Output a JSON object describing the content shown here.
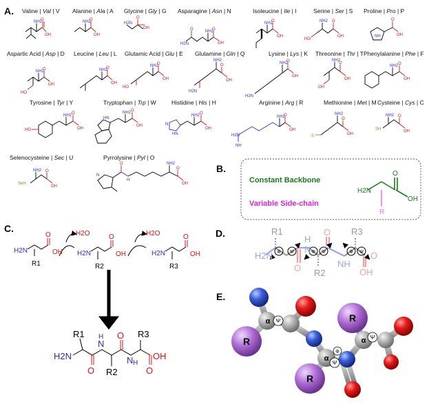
{
  "panels": {
    "a": "A.",
    "b": "B.",
    "c": "C.",
    "d": "D.",
    "e": "E."
  },
  "amino_acids": [
    {
      "name": "Valine",
      "three": "Val",
      "one": "V"
    },
    {
      "name": "Alanine",
      "three": "Ala",
      "one": "A"
    },
    {
      "name": "Glycine",
      "three": "Gly",
      "one": "G"
    },
    {
      "name": "Asparagine",
      "three": "Asn",
      "one": "N"
    },
    {
      "name": "Isoleucine",
      "three": "Ile",
      "one": "I"
    },
    {
      "name": "Serine",
      "three": "Ser",
      "one": "S"
    },
    {
      "name": "Proline",
      "three": "Pro",
      "one": "P"
    },
    {
      "name": "Aspartic Acid",
      "three": "Asp",
      "one": "D"
    },
    {
      "name": "Leucine",
      "three": "Leu",
      "one": "L"
    },
    {
      "name": "Glutamic Acid",
      "three": "Glu",
      "one": "E"
    },
    {
      "name": "Glutamine",
      "three": "Gln",
      "one": "Q"
    },
    {
      "name": "Lysine",
      "three": "Lys",
      "one": "K"
    },
    {
      "name": "Threonine",
      "three": "Thr",
      "one": "T"
    },
    {
      "name": "Phenylalanine",
      "three": "Phe",
      "one": "F"
    },
    {
      "name": "Tyrosine",
      "three": "Tyr",
      "one": "Y"
    },
    {
      "name": "Tryptophan",
      "three": "Trp",
      "one": "W"
    },
    {
      "name": "Histidine",
      "three": "His",
      "one": "H"
    },
    {
      "name": "Arginine",
      "three": "Arg",
      "one": "R"
    },
    {
      "name": "Methionine",
      "three": "Met",
      "one": "M"
    },
    {
      "name": "Cysteine",
      "three": "Cys",
      "one": "C"
    },
    {
      "name": "Selenocysteine",
      "three": "Sec",
      "one": "U"
    },
    {
      "name": "Pyrrolysine",
      "three": "Pyl",
      "one": "O"
    }
  ],
  "atoms": {
    "nh2": "NH2",
    "h2n": "H2N",
    "oh": "OH",
    "ho": "HO",
    "o": "O",
    "n": "N",
    "nh": "NH",
    "hn": "HN",
    "h": "H",
    "s": "S",
    "sh": "SH",
    "seh": "SeH",
    "water": "H2O",
    "r": "R",
    "r1": "R1",
    "r2": "R2",
    "r3": "R3"
  },
  "panel_b": {
    "backbone": "Constant Backbone",
    "side_chain": "Variable Side-chain",
    "backbone_color": "#1a7a1a",
    "side_chain_color": "#e020e0"
  },
  "panel_d": {
    "phi": "Φ",
    "psi": "Ψ"
  },
  "panel_e": {
    "alpha": "α",
    "psi": "Ψ",
    "phi": "Φ",
    "r": "R"
  },
  "colors": {
    "nitrogen": "#2b2bd6",
    "oxygen": "#e01010",
    "sulfur": "#8a8a1a",
    "carbon_ball": "#a9a9a9",
    "r_ball": "#b070d0",
    "n_ball": "#3a60d0",
    "o_ball": "#e01818"
  }
}
